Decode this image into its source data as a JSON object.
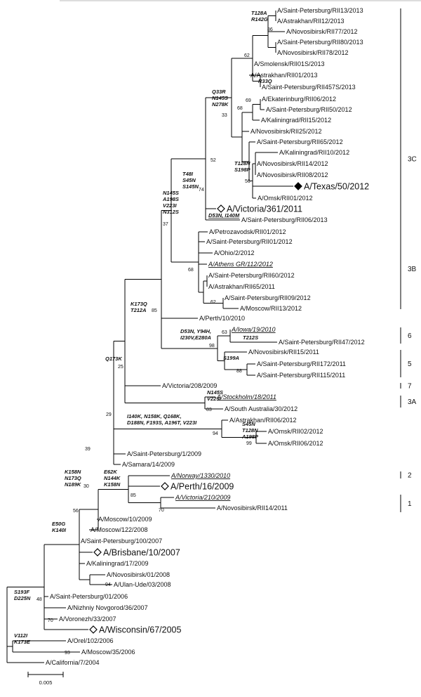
{
  "leaves": [
    {
      "id": "spb13_13",
      "label": "A/Saint-Petersburg/RII13/2013"
    },
    {
      "id": "ast12_13",
      "label": "A/Astrakhan/RII12/2013"
    },
    {
      "id": "nov77_12",
      "label": "A/Novosibirsk/RII77/2012"
    },
    {
      "id": "spb80_13",
      "label": "A/Saint-Petersburg/RII80/2013"
    },
    {
      "id": "nov78_12",
      "label": "A/Novosibirsk/RII78/2012"
    },
    {
      "id": "smo01s_13",
      "label": "A/Smolensk/RII01S/2013"
    },
    {
      "id": "ast01_13",
      "label": "A/Astrakhan/RII01/2013"
    },
    {
      "id": "spb457_13",
      "label": "A/Saint-Petersburg/RII457S/2013"
    },
    {
      "id": "eka06_12",
      "label": "A/Ekaterinburg/RII06/2012"
    },
    {
      "id": "spb50_12",
      "label": "A/Saint-Petersburg/RII50/2012"
    },
    {
      "id": "kal15_12",
      "label": "A/Kaliningrad/RII15/2012"
    },
    {
      "id": "nov25_12",
      "label": "A/Novosibirsk/RII25/2012"
    },
    {
      "id": "spb65_12",
      "label": "A/Saint-Petersburg/RII65/2012"
    },
    {
      "id": "kal10_12",
      "label": "A/Kaliningrad/RII10/2012"
    },
    {
      "id": "nov14_12",
      "label": "A/Novosibirsk/RII14/2012"
    },
    {
      "id": "nov08_12",
      "label": "A/Novosibirsk/RII08/2012"
    },
    {
      "id": "texas",
      "label": "A/Texas/50/2012",
      "style": "big",
      "marker": "filled-diamond"
    },
    {
      "id": "omsk01_12",
      "label": "A/Omsk/RII01/2012"
    },
    {
      "id": "victoria361",
      "label": "A/Victoria/361/2011",
      "style": "big",
      "marker": "open-diamond"
    },
    {
      "id": "spb06_13",
      "label": "A/Saint-Petersburg/RII06/2013"
    },
    {
      "id": "petro01_12",
      "label": "A/Petrozavodsk/RII01/2012"
    },
    {
      "id": "spb01_12",
      "label": "A/Saint-Petersburg/RII01/2012"
    },
    {
      "id": "ohio",
      "label": "A/Ohio/2/2012"
    },
    {
      "id": "athens",
      "label": "A/Athens GR/112/2012",
      "style": "underline"
    },
    {
      "id": "spb60_12",
      "label": "A/Saint-Petersburg/RII60/2012"
    },
    {
      "id": "ast65_11",
      "label": "A/Astrakhan/RII65/2011"
    },
    {
      "id": "spb09_12",
      "label": "A/Saint-Petersburg/RII09/2012"
    },
    {
      "id": "mos13_12",
      "label": "A/Moscow/RII13/2012"
    },
    {
      "id": "perth10",
      "label": "A/Perth/10/2010"
    },
    {
      "id": "iowa",
      "label": "A/Iowa/19/2010",
      "style": "underline"
    },
    {
      "id": "spb47_12",
      "label": "A/Saint-Petersburg/RII47/2012"
    },
    {
      "id": "nov15_11",
      "label": "A/Novosibirsk/RII15/2011"
    },
    {
      "id": "spb172_11",
      "label": "A/Saint-Petersburg/RII172/2011"
    },
    {
      "id": "spb115_11",
      "label": "A/Saint-Petersburg/RII115/2011"
    },
    {
      "id": "vic208",
      "label": "A/Victoria/208/2009"
    },
    {
      "id": "stockholm",
      "label": "A/Stockholm/18/2011",
      "style": "underline"
    },
    {
      "id": "southaus",
      "label": "A/South Australia/30/2012"
    },
    {
      "id": "ast06_12",
      "label": "A/Astrakhan/RII06/2012"
    },
    {
      "id": "omsk02_12",
      "label": "A/Omsk/RII02/2012"
    },
    {
      "id": "omsk06_12",
      "label": "A/Omsk/RII06/2012"
    },
    {
      "id": "spb1_09",
      "label": "A/Saint-Petersburg/1/2009"
    },
    {
      "id": "samara",
      "label": "A/Samara/14/2009"
    },
    {
      "id": "norway",
      "label": "A/Norway/1330/2010",
      "style": "underline"
    },
    {
      "id": "perth16",
      "label": "A/Perth/16/2009",
      "style": "big",
      "marker": "open-diamond"
    },
    {
      "id": "vic210",
      "label": "A/Victoria/210/2009",
      "style": "underline"
    },
    {
      "id": "nov14_11",
      "label": "A/Novosibirsk/RII14/2011"
    },
    {
      "id": "mos10_09",
      "label": "A/Moscow/10/2009"
    },
    {
      "id": "mos122_08",
      "label": "A/Moscow/122/2008"
    },
    {
      "id": "spb100_07",
      "label": "A/Saint-Petersburg/100/2007"
    },
    {
      "id": "brisbane",
      "label": "A/Brisbane/10/2007",
      "style": "big",
      "marker": "open-diamond"
    },
    {
      "id": "kal17_09",
      "label": "A/Kaliningrad/17/2009"
    },
    {
      "id": "nov01_08",
      "label": "A/Novosibirsk/01/2008"
    },
    {
      "id": "ulan",
      "label": "A/Ulan-Ude/03/2008"
    },
    {
      "id": "spb01_06",
      "label": "A/Saint-Petersburg/01/2006"
    },
    {
      "id": "nizh",
      "label": "A/Nizhniy Novgorod/36/2007"
    },
    {
      "id": "vor",
      "label": "A/Voronezh/33/2007"
    },
    {
      "id": "wisconsin",
      "label": "A/Wisconsin/67/2005",
      "style": "big",
      "marker": "open-diamond"
    },
    {
      "id": "orel",
      "label": "A/Orel/102/2006"
    },
    {
      "id": "mos35_06",
      "label": "A/Moscow/35/2006"
    },
    {
      "id": "california",
      "label": "A/California/7/2004"
    }
  ],
  "mutations": [
    {
      "id": "m_t128a",
      "lines": [
        "T128A",
        "R142G"
      ]
    },
    {
      "id": "m_r33q",
      "lines": [
        "R33Q"
      ]
    },
    {
      "id": "m_q33r",
      "lines": [
        "Q33R",
        "N145S",
        "N278K"
      ]
    },
    {
      "id": "m_t128n",
      "lines": [
        "T128N",
        "S198P"
      ]
    },
    {
      "id": "m_t48i",
      "lines": [
        "T48I",
        "S45N",
        "S145N"
      ]
    },
    {
      "id": "m_n145s",
      "lines": [
        "N145S",
        "A198S",
        "V223I",
        "N312S"
      ]
    },
    {
      "id": "m_d53n",
      "lines": [
        "D53N, I140M"
      ],
      "underline": true
    },
    {
      "id": "m_k173q",
      "lines": [
        "K173Q",
        "T212A"
      ]
    },
    {
      "id": "m_q173k",
      "lines": [
        "Q173K"
      ]
    },
    {
      "id": "m_d53n2",
      "lines": [
        "D53N, Y94H,",
        "I230V,E280A"
      ]
    },
    {
      "id": "m_t212s",
      "lines": [
        "T212S"
      ]
    },
    {
      "id": "m_s199a",
      "lines": [
        "S199A"
      ]
    },
    {
      "id": "m_n145s2",
      "lines": [
        "N145S",
        "V223I"
      ]
    },
    {
      "id": "m_i140k",
      "lines": [
        "I140K, N158K, Q168K,",
        "D188N, F193S, A196T, V223I"
      ]
    },
    {
      "id": "m_s45n",
      "lines": [
        "S45N",
        "T128N",
        "A198P"
      ]
    },
    {
      "id": "m_k158n",
      "lines": [
        "K158N",
        "N173Q",
        "N189K"
      ]
    },
    {
      "id": "m_e62k",
      "lines": [
        "E62K",
        "N144K",
        "K158N"
      ]
    },
    {
      "id": "m_e50g",
      "lines": [
        "E50G",
        "K140I"
      ]
    },
    {
      "id": "m_s193f",
      "lines": [
        "S193F",
        "D225N"
      ]
    },
    {
      "id": "m_v112i",
      "lines": [
        "V112I",
        "K173E"
      ]
    }
  ],
  "bootstrap": [
    {
      "id": "b86",
      "value": "86"
    },
    {
      "id": "b62a",
      "value": "62"
    },
    {
      "id": "b69",
      "value": "69"
    },
    {
      "id": "b68a",
      "value": "68"
    },
    {
      "id": "b33",
      "value": "33"
    },
    {
      "id": "b52",
      "value": "52"
    },
    {
      "id": "b56a",
      "value": "56"
    },
    {
      "id": "b74",
      "value": "74"
    },
    {
      "id": "b37",
      "value": "37"
    },
    {
      "id": "b68b",
      "value": "68"
    },
    {
      "id": "b62b",
      "value": "62"
    },
    {
      "id": "b85a",
      "value": "85"
    },
    {
      "id": "b63",
      "value": "63"
    },
    {
      "id": "b98",
      "value": "98"
    },
    {
      "id": "b88",
      "value": "88"
    },
    {
      "id": "b25",
      "value": "25"
    },
    {
      "id": "b83",
      "value": "83"
    },
    {
      "id": "b29",
      "value": "29"
    },
    {
      "id": "b94a",
      "value": "94"
    },
    {
      "id": "b99",
      "value": "99"
    },
    {
      "id": "b39",
      "value": "39"
    },
    {
      "id": "b30",
      "value": "30"
    },
    {
      "id": "b85b",
      "value": "85"
    },
    {
      "id": "b70a",
      "value": "70"
    },
    {
      "id": "b56b",
      "value": "56"
    },
    {
      "id": "b94b",
      "value": "94"
    },
    {
      "id": "b48",
      "value": "48"
    },
    {
      "id": "b70b",
      "value": "70"
    },
    {
      "id": "b93",
      "value": "93"
    }
  ],
  "clades": [
    {
      "id": "c3C",
      "label": "3C"
    },
    {
      "id": "c3B",
      "label": "3B"
    },
    {
      "id": "c6",
      "label": "6"
    },
    {
      "id": "c5",
      "label": "5"
    },
    {
      "id": "c7",
      "label": "7"
    },
    {
      "id": "c3A",
      "label": "3A"
    },
    {
      "id": "c2",
      "label": "2"
    },
    {
      "id": "c1",
      "label": "1"
    }
  ],
  "scale_bar": {
    "label": "0.005"
  }
}
